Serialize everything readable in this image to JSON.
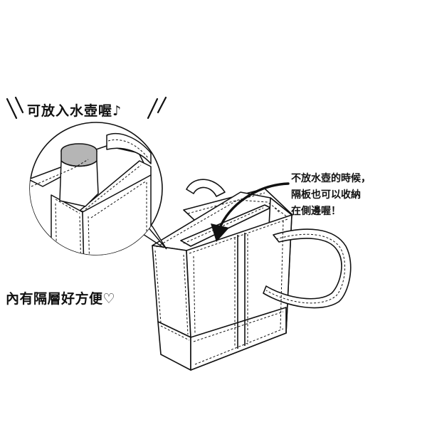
{
  "callouts": {
    "bottle": "可放入水壺喔♪",
    "partition": "內有隔層好方便♡",
    "fold": {
      "line1": "不放水壺的時候，",
      "line2": "隔板也可以收納",
      "line3": "在側邊喔！"
    }
  },
  "icons": {
    "emphasis": "emphasis-strokes-icon",
    "arrow": "curved-arrow-icon",
    "bottle": "water-bottle-icon"
  },
  "colors": {
    "ink": "#111111",
    "bottle_cap": "#b5b5b5",
    "background": "#ffffff"
  }
}
